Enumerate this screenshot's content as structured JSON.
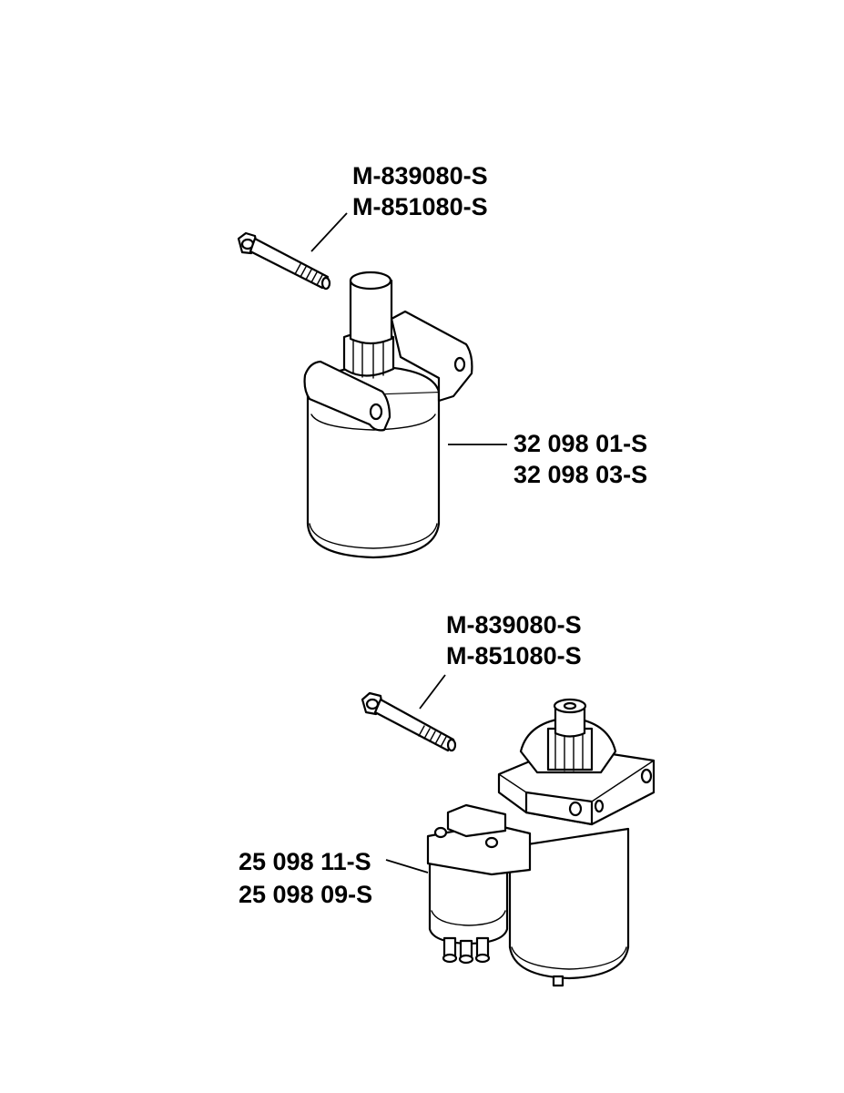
{
  "top_assembly": {
    "bolt_part_numbers": [
      "M-839080-S",
      "M-851080-S"
    ],
    "starter_part_numbers": [
      "32 098 01-S",
      "32 098 03-S"
    ]
  },
  "bottom_assembly": {
    "bolt_part_numbers": [
      "M-839080-S",
      "M-851080-S"
    ],
    "starter_part_numbers": [
      "25 098 11-S",
      "25 098 09-S"
    ]
  }
}
